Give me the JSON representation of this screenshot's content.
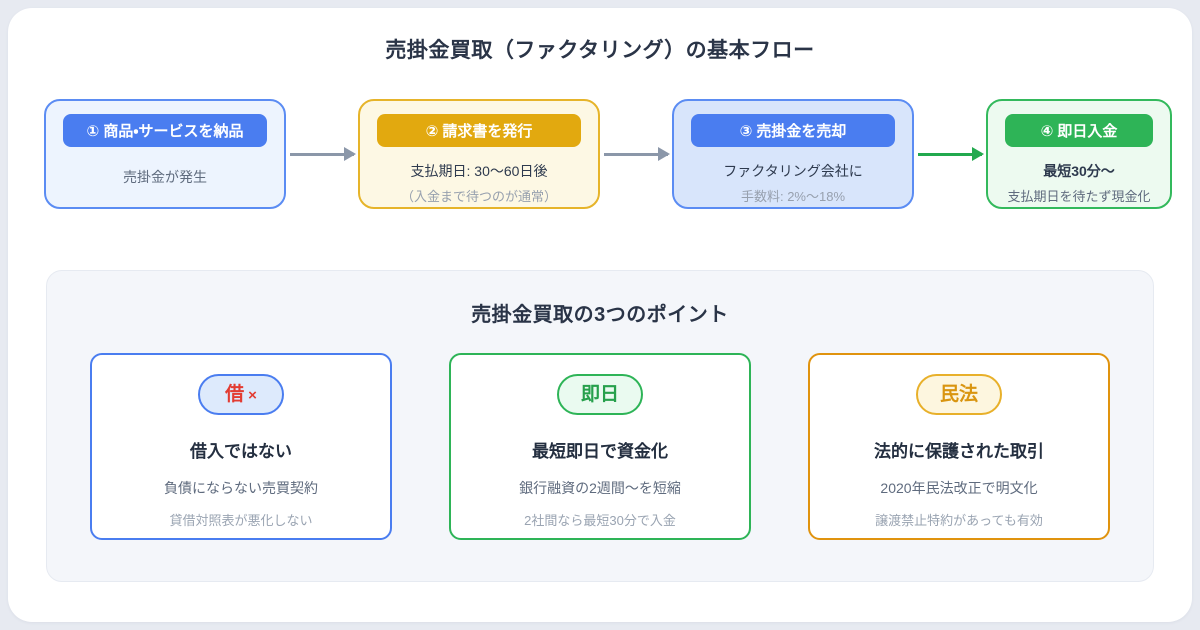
{
  "title": "売掛金買取（ファクタリング）の基本フロー",
  "flow": {
    "steps": [
      {
        "badge": "① 商品・サービスを納品",
        "detail": "売掛金が発生",
        "note": ""
      },
      {
        "badge": "② 請求書を発行",
        "detail": "支払期日: 30〜60日後",
        "note": "（入金まで待つのが通常）"
      },
      {
        "badge": "③ 売掛金を売却",
        "detail": "ファクタリング会社に",
        "note": "手数料: 2%〜18%"
      },
      {
        "badge": "④ 即日入金",
        "detail": "最短30分〜",
        "note": "支払期日を待たず現金化"
      }
    ]
  },
  "points": {
    "title": "売掛金買取の3つのポイント",
    "cards": [
      {
        "badge": "借",
        "badge_suffix": "×",
        "title": "借入ではない",
        "detail": "負債にならない売買契約",
        "note": "貸借対照表が悪化しない"
      },
      {
        "badge": "即日",
        "badge_suffix": "",
        "title": "最短即日で資金化",
        "detail": "銀行融資の2週間〜を短縮",
        "note": "2社間なら最短30分で入金"
      },
      {
        "badge": "民法",
        "badge_suffix": "",
        "title": "法的に保護された取引",
        "detail": "2020年民法改正で明文化",
        "note": "譲渡禁止特約があっても有効"
      }
    ]
  },
  "colors": {
    "blue_accent": "#4a7df0",
    "gold_accent": "#e2a90f",
    "green_accent": "#2eb457",
    "orange_accent": "#e0930e",
    "arrow_gray": "#8b97a9",
    "arrow_green": "#22a94e",
    "heading_navy": "#2a3447",
    "badge_red_text": "#e23c32",
    "panel_bg": "#f4f6fa",
    "page_bg": "#e7eaf1"
  }
}
